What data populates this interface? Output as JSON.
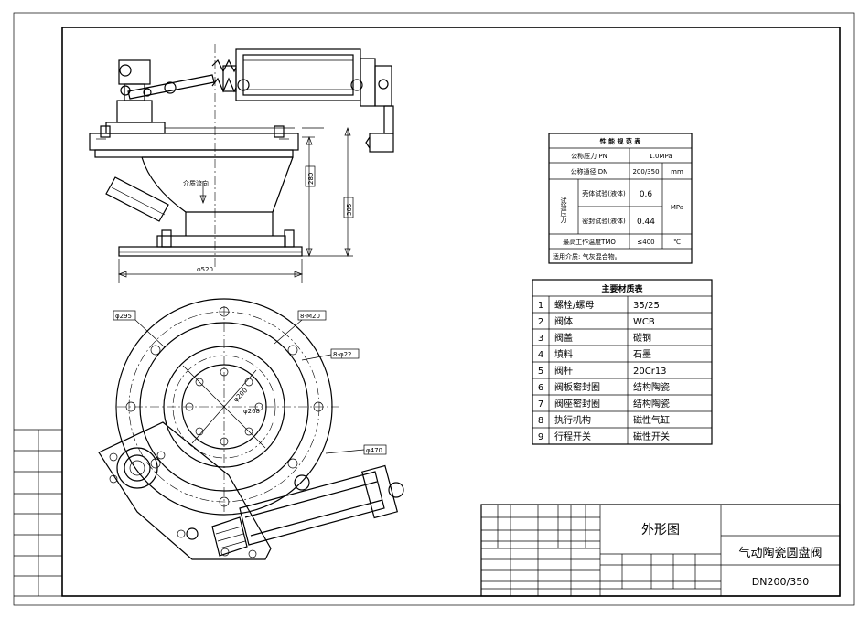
{
  "perf_table": {
    "title": "性 能 规 范 表",
    "rows": [
      {
        "label": "公称压力 PN",
        "value": "1.0MPa"
      },
      {
        "label": "公称通径 DN",
        "value": "200/350",
        "unit": "mm"
      }
    ],
    "test_group": "试验压力",
    "tests": [
      {
        "label": "壳体试验(液体)",
        "value": "0.6"
      },
      {
        "label": "密封试验(液体)",
        "value": "0.44"
      }
    ],
    "test_unit": "MPa",
    "temp": {
      "label": "最高工作温度TMO",
      "value": "≤400",
      "unit": "℃"
    },
    "medium": "适用介质: 气灰混合物。"
  },
  "mat_table": {
    "title": "主要材质表",
    "rows": [
      {
        "no": "1",
        "name": "螺栓/螺母",
        "material": "35/25"
      },
      {
        "no": "2",
        "name": "阀体",
        "material": "WCB"
      },
      {
        "no": "3",
        "name": "阀盖",
        "material": "碳钢"
      },
      {
        "no": "4",
        "name": "填料",
        "material": "石墨"
      },
      {
        "no": "5",
        "name": "阀杆",
        "material": "20Cr13"
      },
      {
        "no": "6",
        "name": "阀板密封圈",
        "material": "结构陶瓷"
      },
      {
        "no": "7",
        "name": "阀座密封圈",
        "material": "结构陶瓷"
      },
      {
        "no": "8",
        "name": "执行机构",
        "material": "磁性气缸"
      },
      {
        "no": "9",
        "name": "行程开关",
        "material": "磁性开关"
      }
    ]
  },
  "dims": {
    "d280": "280",
    "d305": "305",
    "d520": "φ520",
    "d295": "φ295",
    "m20": "8-M20",
    "d22": "8-φ22",
    "d200": "φ200",
    "d268": "φ268",
    "d470": "φ470",
    "flow": "介质流向"
  },
  "title_block": {
    "drawing_title": "外形图",
    "product_name": "气动陶瓷圆盘阀",
    "model": "DN200/350",
    "rev_header": [
      "",
      "",
      "",
      "",
      "",
      ""
    ],
    "sign_rows": [
      {
        "role": "",
        "role2": ""
      },
      {
        "role": "",
        "role2": ""
      },
      {
        "role": "",
        "role2": ""
      },
      {
        "role": "",
        "role2": ""
      }
    ],
    "param_header": [
      "",
      "",
      "",
      ""
    ],
    "sheet_total": "",
    "sheet_page": ""
  }
}
